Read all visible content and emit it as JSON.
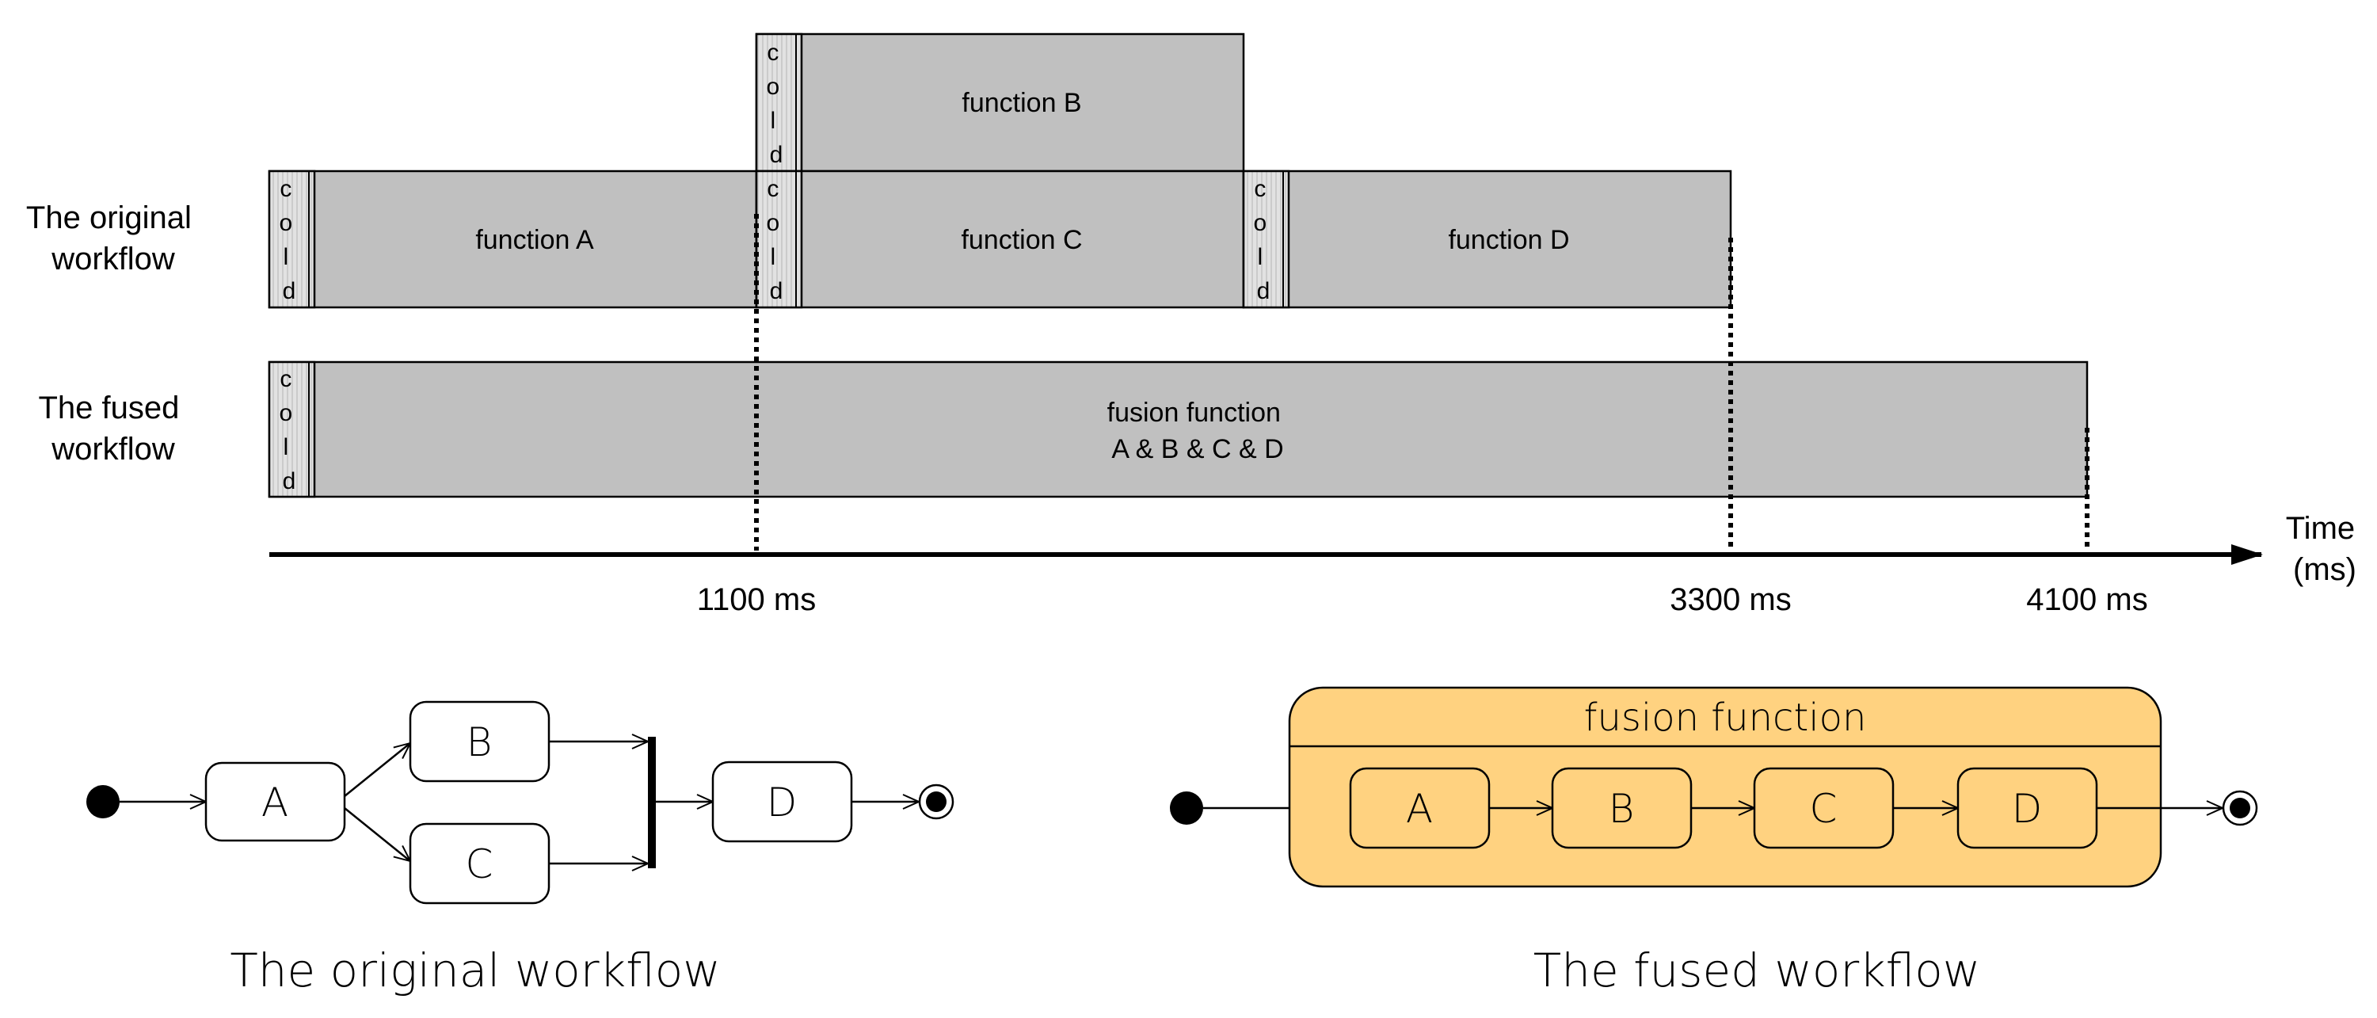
{
  "timeline": {
    "row_labels": {
      "original": [
        "The original",
        "workflow"
      ],
      "fused": [
        "The fused",
        "workflow"
      ]
    },
    "cold_label": [
      "c",
      "o",
      "l",
      "d"
    ],
    "functions": {
      "a": "function A",
      "b": "function B",
      "c": "function C",
      "d": "function D",
      "fusion": [
        "fusion function",
        "A & B & C & D"
      ]
    },
    "axis": {
      "label": [
        "Time",
        "(ms)"
      ],
      "ticks": [
        "1100 ms",
        "3300 ms",
        "4100 ms"
      ]
    }
  },
  "original_graph": {
    "nodes": [
      "A",
      "B",
      "C",
      "D"
    ],
    "caption": "The original workflow"
  },
  "fused_graph": {
    "container_title": "fusion function",
    "nodes": [
      "A",
      "B",
      "C",
      "D"
    ],
    "caption": "The fused workflow"
  },
  "colors": {
    "block_fill": "#c0c0c0",
    "cold_fill": "#dcdcdc",
    "fusion_container": "#ffd280",
    "stroke": "#000000"
  }
}
